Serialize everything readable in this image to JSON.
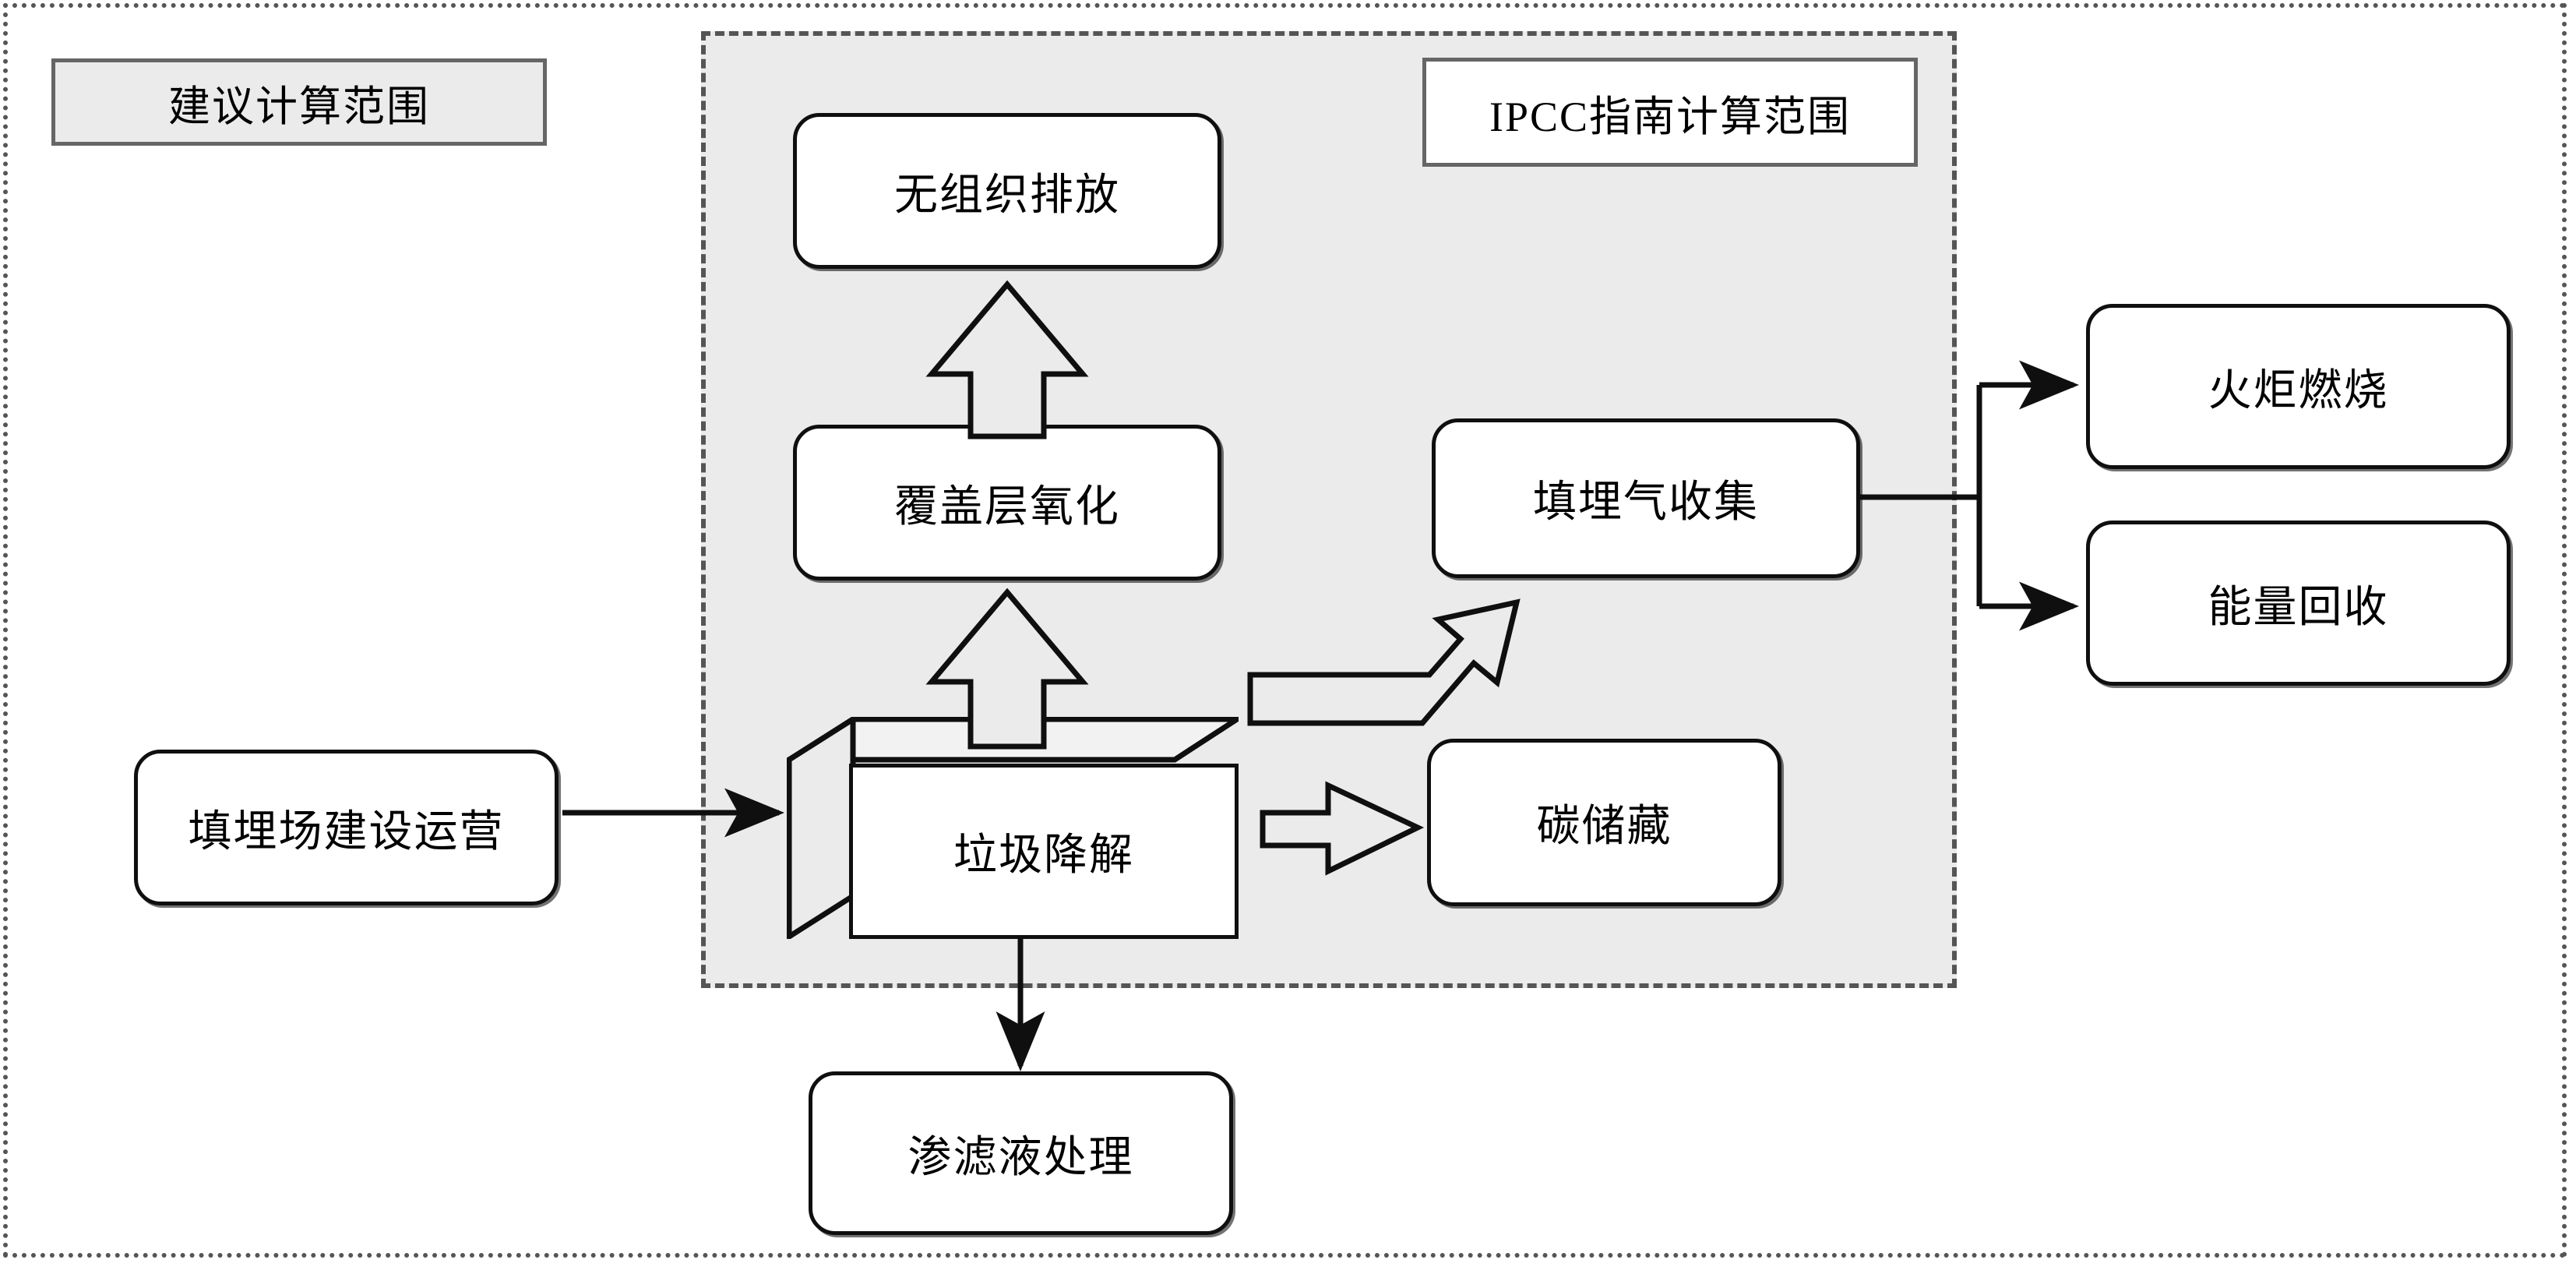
{
  "diagram": {
    "title_present": false,
    "scopes": [
      {
        "id": "suggested-scope",
        "label": "建议计算范围",
        "style": "dotted-outer",
        "fill": "#ebebeb",
        "border_color": "#555555"
      },
      {
        "id": "ipcc-scope",
        "label": "IPCC指南计算范围",
        "style": "dashed-inner",
        "fill": "#ebebeb",
        "border_color": "#555555"
      }
    ],
    "nodes": [
      {
        "id": "fugitive-emission",
        "label": "无组织排放",
        "shape": "rounded-rect"
      },
      {
        "id": "cover-oxidation",
        "label": "覆盖层氧化",
        "shape": "rounded-rect"
      },
      {
        "id": "lfg-collection",
        "label": "填埋气收集",
        "shape": "rounded-rect"
      },
      {
        "id": "waste-degradation",
        "label": "垃圾降解",
        "shape": "cube-3d"
      },
      {
        "id": "carbon-storage",
        "label": "碳储藏",
        "shape": "rounded-rect"
      },
      {
        "id": "landfill-build-ops",
        "label": "填埋场建设运营",
        "shape": "rounded-rect"
      },
      {
        "id": "leachate-treatment",
        "label": "渗滤液处理",
        "shape": "rounded-rect"
      },
      {
        "id": "flare-combustion",
        "label": "火炬燃烧",
        "shape": "rounded-rect"
      },
      {
        "id": "energy-recovery",
        "label": "能量回收",
        "shape": "rounded-rect"
      }
    ],
    "edges": [
      {
        "from": "landfill-build-ops",
        "to": "waste-degradation",
        "style": "line-arrow",
        "direction": "right"
      },
      {
        "from": "waste-degradation",
        "to": "cover-oxidation",
        "style": "hollow-block-arrow",
        "direction": "up"
      },
      {
        "from": "cover-oxidation",
        "to": "fugitive-emission",
        "style": "hollow-block-arrow",
        "direction": "up"
      },
      {
        "from": "waste-degradation",
        "to": "lfg-collection",
        "style": "hollow-bent-arrow",
        "direction": "up-right"
      },
      {
        "from": "waste-degradation",
        "to": "carbon-storage",
        "style": "hollow-block-arrow",
        "direction": "right"
      },
      {
        "from": "waste-degradation",
        "to": "leachate-treatment",
        "style": "line-arrow",
        "direction": "down"
      },
      {
        "from": "lfg-collection",
        "to": "flare-combustion",
        "style": "line-arrow",
        "direction": "branch-up-right"
      },
      {
        "from": "lfg-collection",
        "to": "energy-recovery",
        "style": "line-arrow",
        "direction": "branch-down-right"
      }
    ],
    "colors": {
      "scope_fill": "#ebebeb",
      "scope_border": "#555555",
      "node_fill": "#ffffff",
      "node_border": "#0f0f0f",
      "legend_border": "#666666",
      "text": "#000000"
    }
  }
}
